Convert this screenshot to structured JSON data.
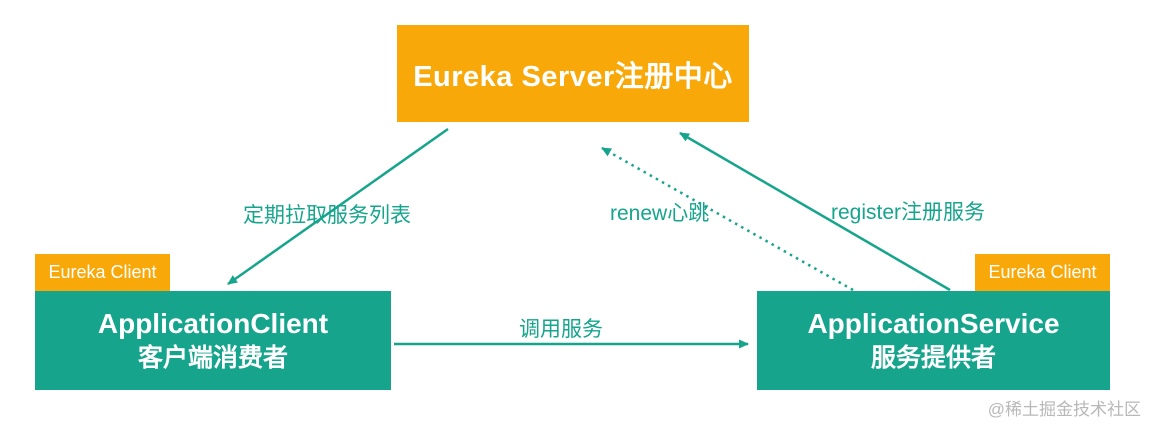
{
  "colors": {
    "orange": "#F9A80A",
    "teal": "#16A58C",
    "watermark": "#B8B8B8"
  },
  "server": {
    "label": "Eureka Server注册中心"
  },
  "client": {
    "tag": "Eureka Client",
    "title": "ApplicationClient",
    "subtitle": "客户端消费者"
  },
  "service": {
    "tag": "Eureka Client",
    "title": "ApplicationService",
    "subtitle": "服务提供者"
  },
  "arrows": {
    "pull_label": "定期拉取服务列表",
    "renew_label": "renew心跳",
    "register_label": "register注册服务",
    "invoke_label": "调用服务"
  },
  "watermark": "@稀土掘金技术社区"
}
